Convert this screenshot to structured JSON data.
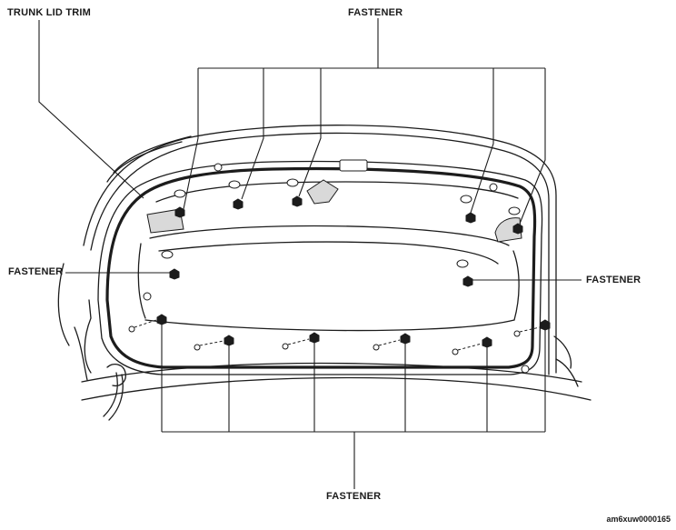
{
  "labels": {
    "trunk_lid_trim": "TRUNK LID TRIM",
    "fastener_top": "FASTENER",
    "fastener_left": "FASTENER",
    "fastener_right": "FASTENER",
    "fastener_bottom": "FASTENER"
  },
  "figure_id": "am6xuw0000165",
  "colors": {
    "line": "#1c1c1c",
    "shade": "#d9d9d9",
    "background": "#ffffff"
  }
}
